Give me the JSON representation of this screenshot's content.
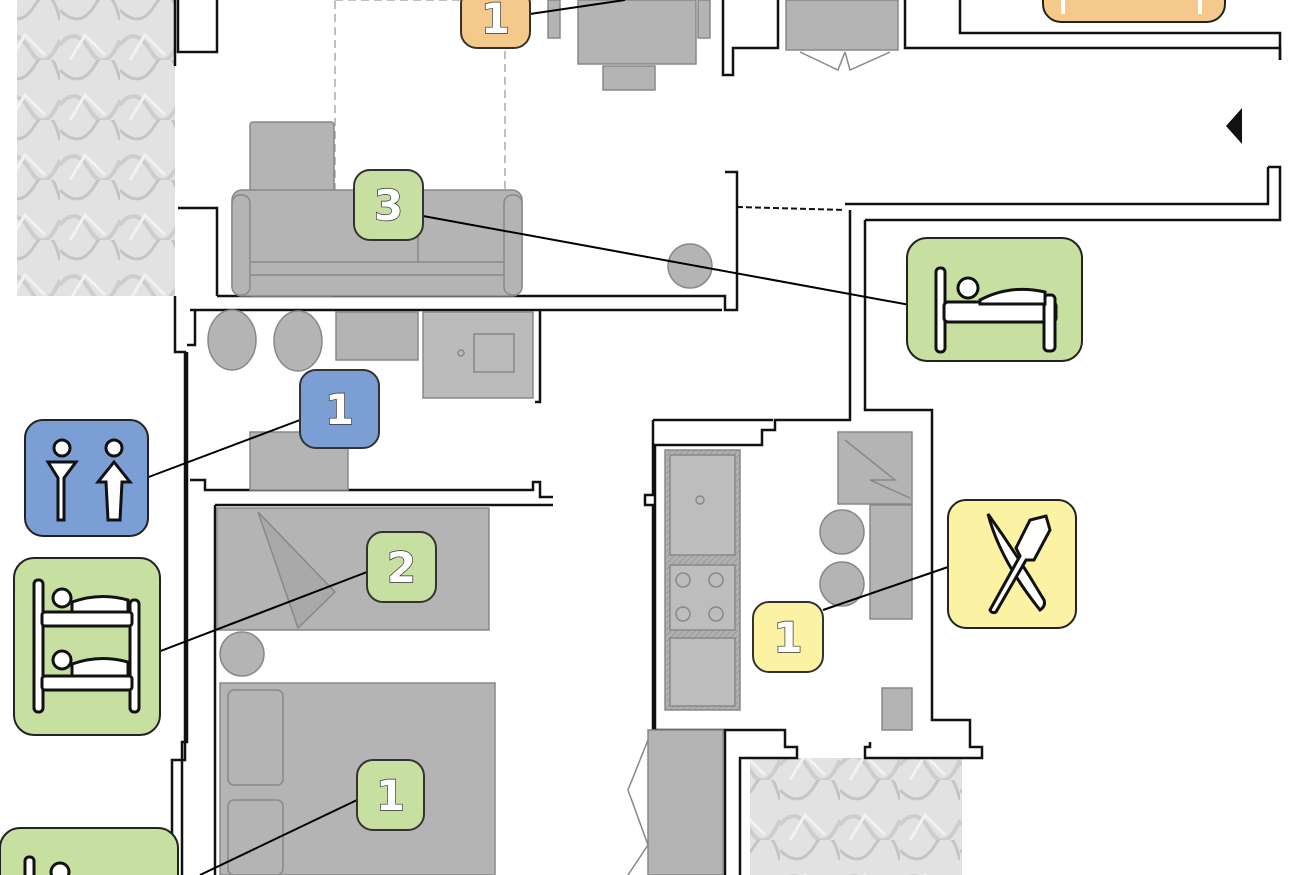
{
  "rooms": {
    "living_top": {
      "badge": "1",
      "color": "#f5c98b",
      "icon": "orange-room-icon"
    },
    "living_sofa": {
      "badge": "3",
      "color": "#c7e0a2",
      "icon": "bed-icon"
    },
    "bathroom": {
      "badge": "1",
      "color": "#7b9fd4",
      "icon": "restroom-icon"
    },
    "bunk_room": {
      "badge": "2",
      "color": "#c7e0a2",
      "icon": "bunk-bed-icon"
    },
    "bedroom": {
      "badge": "1",
      "color": "#c7e0a2",
      "icon": "bed-icon"
    },
    "kitchen": {
      "badge": "1",
      "color": "#fbf3a3",
      "icon": "cutlery-icon"
    }
  },
  "colors": {
    "wall": "#111111",
    "furniture": "#b4b4b4",
    "furniture_stroke": "#8a8a8a",
    "marble": "#dcdcdc"
  }
}
